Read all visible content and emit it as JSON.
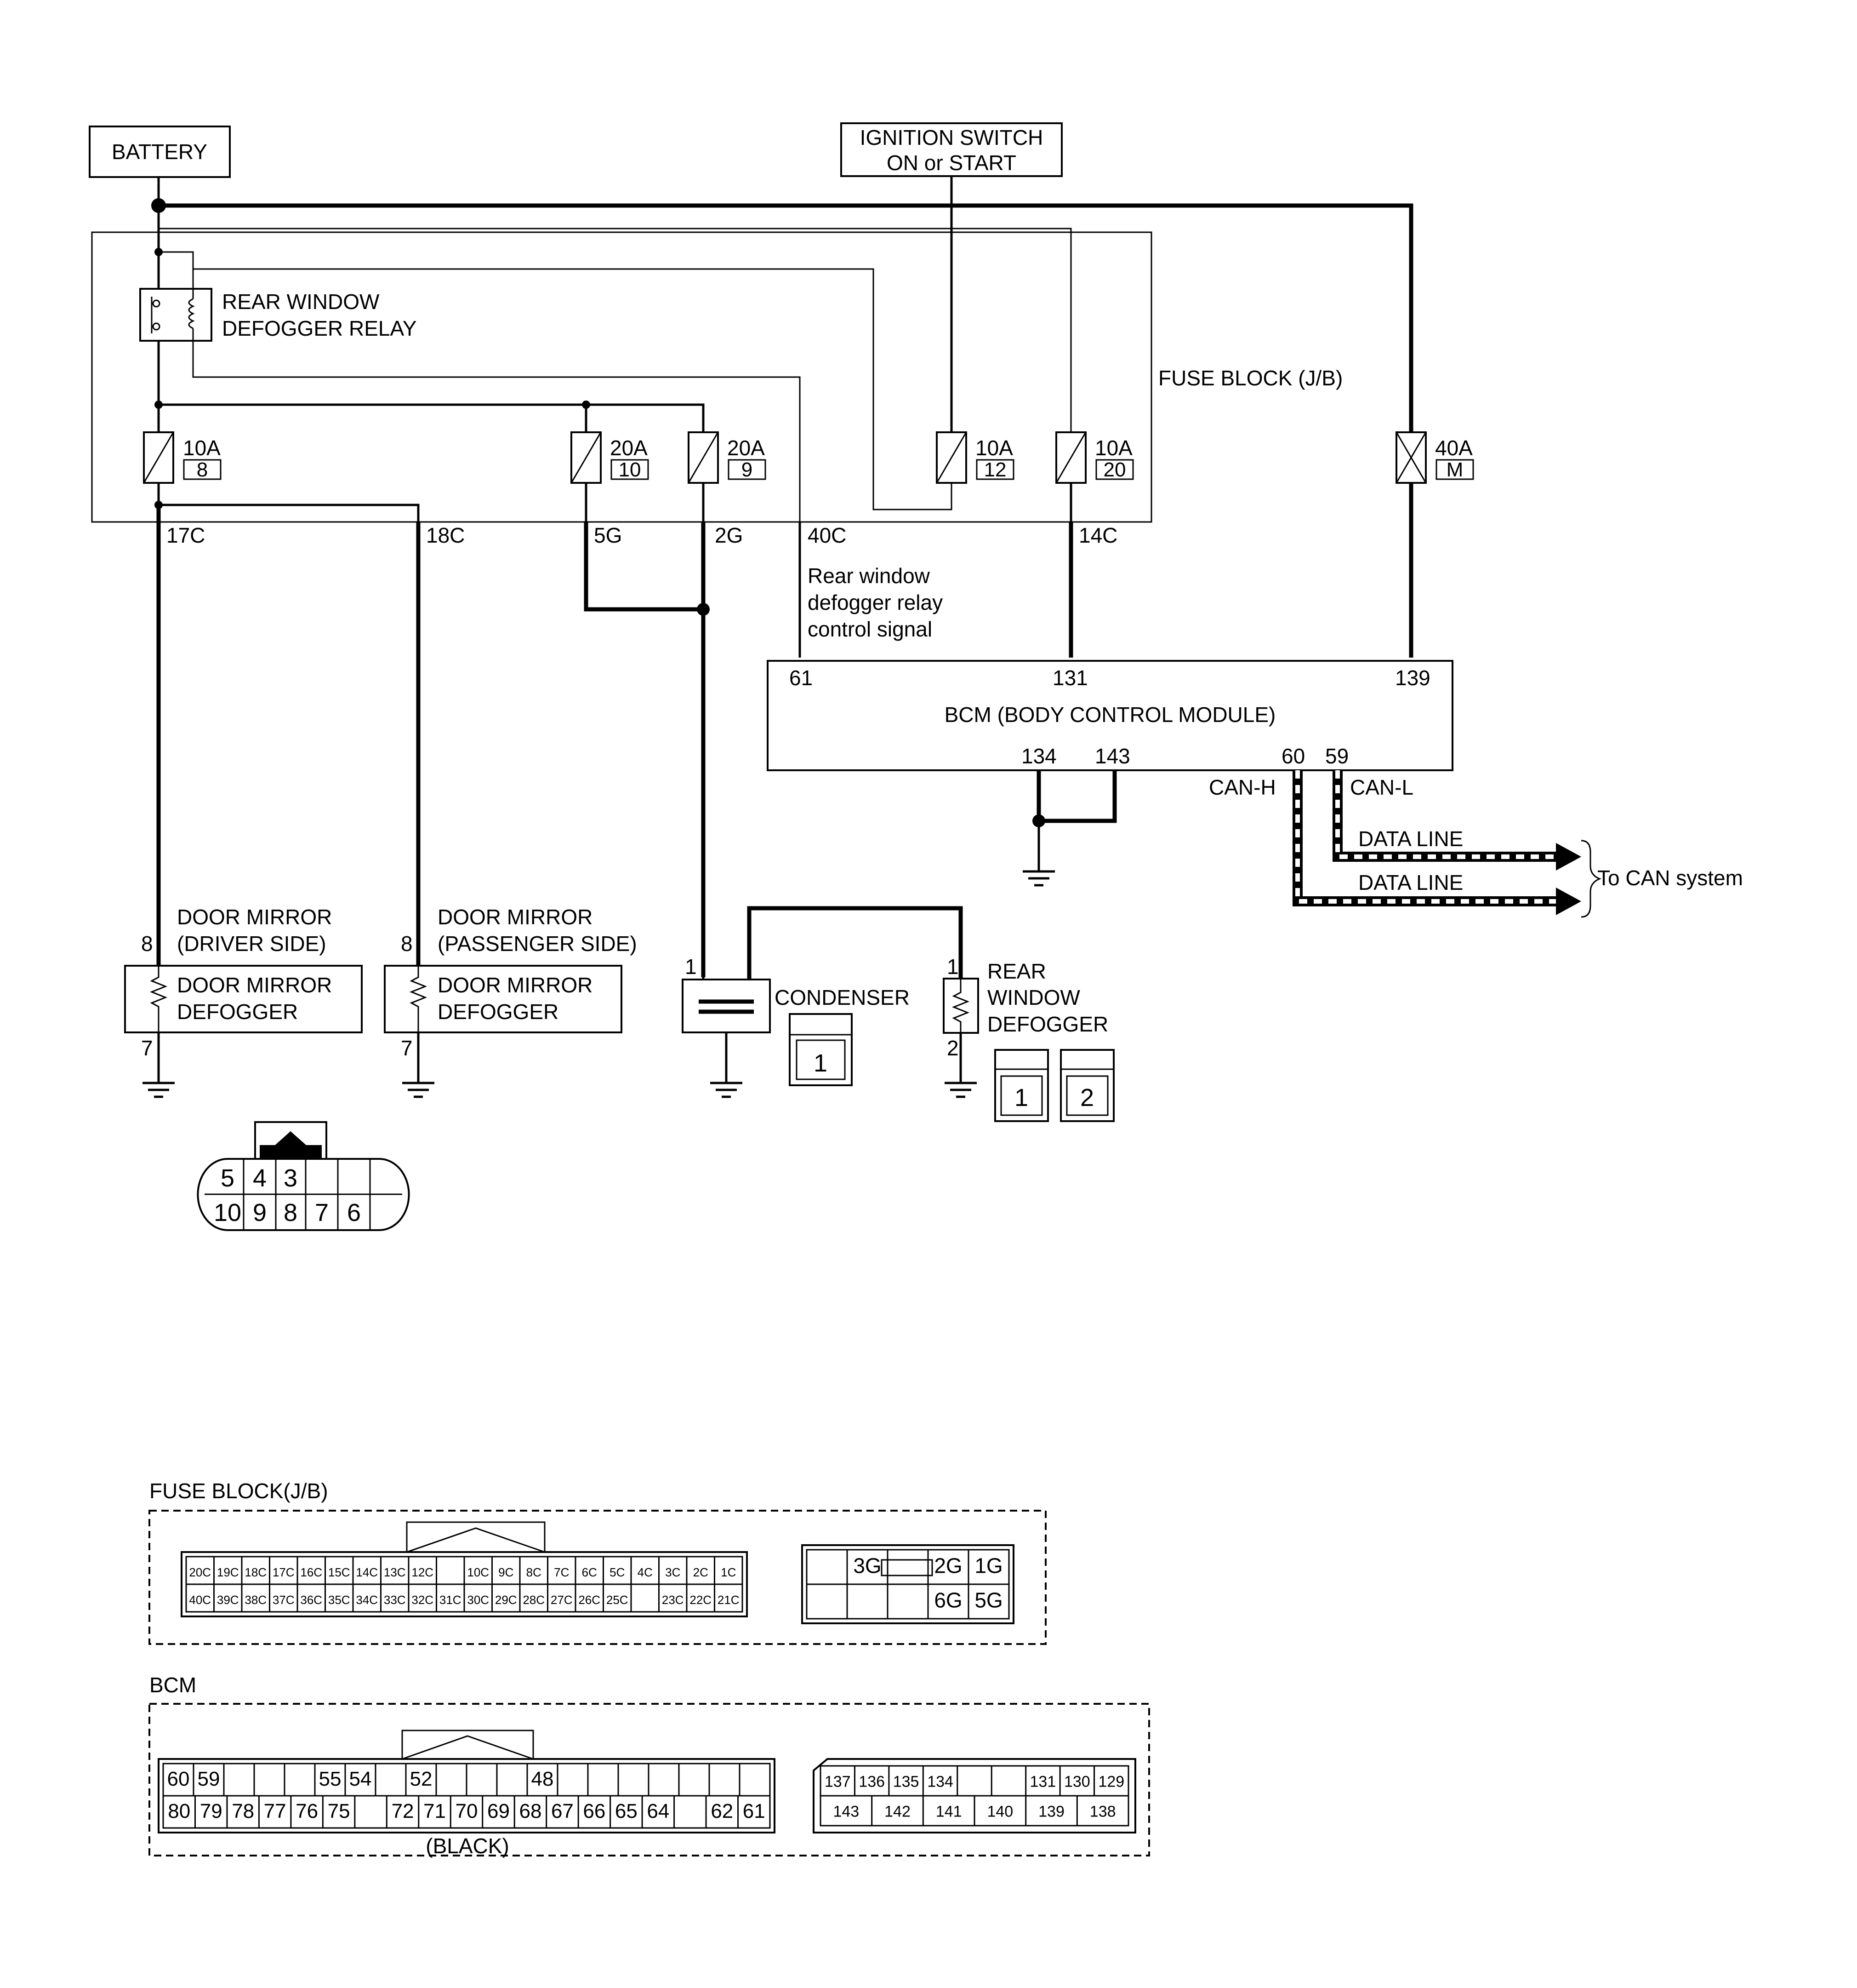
{
  "labels": {
    "battery": "BATTERY",
    "ign_line1": "IGNITION SWITCH",
    "ign_line2": "ON or START",
    "relay_line1": "REAR WINDOW",
    "relay_line2": "DEFOGGER RELAY",
    "fuse_block": "FUSE BLOCK (J/B)",
    "signal_line1": "Rear window",
    "signal_line2": "defogger relay",
    "signal_line3": "control signal",
    "bcm": "BCM (BODY CONTROL MODULE)",
    "can_h": "CAN-H",
    "can_l": "CAN-L",
    "data_line": "DATA LINE",
    "to_can": "To CAN system",
    "dm_driver_line1": "DOOR MIRROR",
    "dm_driver_line2": "(DRIVER SIDE)",
    "dm_pass_line1": "DOOR MIRROR",
    "dm_pass_line2": "(PASSENGER SIDE)",
    "dm_defog_line1": "DOOR MIRROR",
    "dm_defog_line2": "DEFOGGER",
    "condenser": "CONDENSER",
    "rwd_line1": "REAR",
    "rwd_line2": "WINDOW",
    "rwd_line3": "DEFOGGER",
    "fuse_block_conn": "FUSE BLOCK(J/B)",
    "bcm_conn": "BCM",
    "black": "(BLACK)"
  },
  "fuses": [
    {
      "amp": "10A",
      "num": "8"
    },
    {
      "amp": "20A",
      "num": "10"
    },
    {
      "amp": "20A",
      "num": "9"
    },
    {
      "amp": "10A",
      "num": "12"
    },
    {
      "amp": "10A",
      "num": "20"
    },
    {
      "amp": "40A",
      "num": "M"
    }
  ],
  "terminals": {
    "t17c": "17C",
    "t18c": "18C",
    "t5g": "5G",
    "t2g": "2G",
    "t40c": "40C",
    "t14c": "14C",
    "b61": "61",
    "b131": "131",
    "b139": "139",
    "b134": "134",
    "b143": "143",
    "b60": "60",
    "b59": "59",
    "dm8a": "8",
    "dm7a": "7",
    "dm8b": "8",
    "dm7b": "7",
    "c1": "1",
    "r1": "1",
    "r2": "2",
    "cond_conn": "1",
    "rwd_conn1": "1",
    "rwd_conn2": "2"
  },
  "mirror_connector": {
    "top": [
      "5",
      "4",
      "3",
      "",
      ""
    ],
    "bottom": [
      "10",
      "9",
      "8",
      "7",
      "6"
    ]
  },
  "fuse_connector_main": {
    "top": [
      "20C",
      "19C",
      "18C",
      "17C",
      "16C",
      "15C",
      "14C",
      "13C",
      "12C",
      "",
      "10C",
      "9C",
      "8C",
      "7C",
      "6C",
      "5C",
      "4C",
      "3C",
      "2C",
      "1C"
    ],
    "bottom": [
      "40C",
      "39C",
      "38C",
      "37C",
      "36C",
      "35C",
      "34C",
      "33C",
      "32C",
      "31C",
      "30C",
      "29C",
      "28C",
      "27C",
      "26C",
      "25C",
      "",
      "23C",
      "22C",
      "21C"
    ]
  },
  "fuse_connector_small": {
    "top": [
      "",
      "3G",
      "",
      "2G",
      "1G"
    ],
    "bottom": [
      "",
      "",
      "",
      "6G",
      "5G"
    ]
  },
  "bcm_connector_main": {
    "top": [
      "60",
      "59",
      "",
      "",
      "",
      "55",
      "54",
      "",
      "52",
      "",
      "",
      "",
      "48",
      "",
      "",
      "",
      "",
      "",
      "",
      ""
    ],
    "bottom": [
      "80",
      "79",
      "78",
      "77",
      "76",
      "75",
      "",
      "72",
      "71",
      "70",
      "69",
      "68",
      "67",
      "66",
      "65",
      "64",
      "",
      "62",
      "61"
    ]
  },
  "bcm_connector_small": {
    "top": [
      "137",
      "136",
      "135",
      "134",
      "",
      "",
      "131",
      "130",
      "129"
    ],
    "bottom": [
      "143",
      "142",
      "141",
      "140",
      "139",
      "138"
    ]
  }
}
